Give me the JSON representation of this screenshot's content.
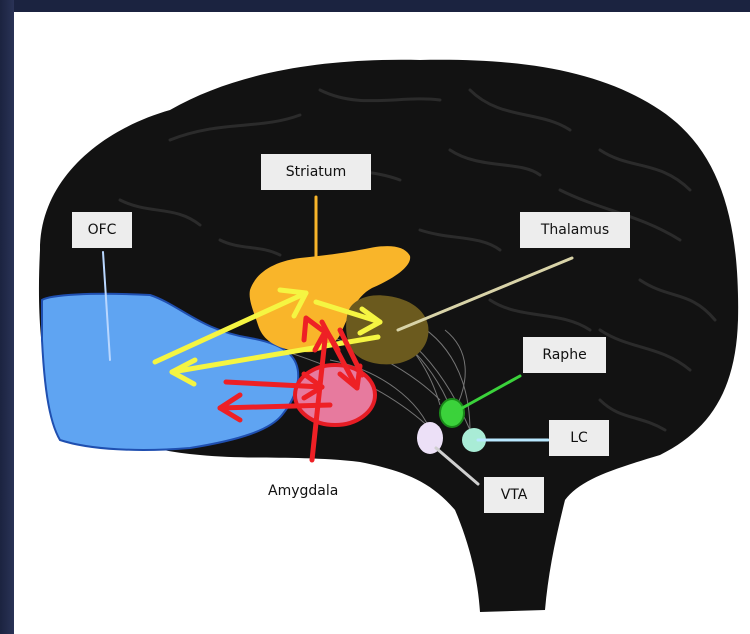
{
  "diagram": {
    "labels": {
      "striatum": "Striatum",
      "ofc": "OFC",
      "thalamus": "Thalamus",
      "raphe": "Raphe",
      "lc": "LC",
      "vta": "VTA",
      "amygdala": "Amygdala"
    },
    "colors": {
      "background": "#1c2440",
      "brain": "#121212",
      "ofc": "#5fa4f2",
      "striatum": "#f9b52a",
      "thalamus": "#6b5a1e",
      "amygdala": "#e77a9e",
      "amygdala_outline": "#e61c24",
      "raphe": "#3bd23b",
      "lc": "#a9ecd6",
      "vta": "#ece0f7",
      "yellow_arrows": "#f5f542",
      "red_arrows": "#ee2025",
      "label_box": "#ededed"
    }
  }
}
